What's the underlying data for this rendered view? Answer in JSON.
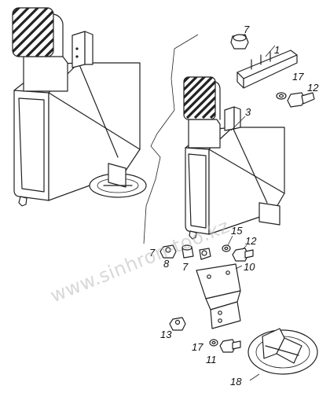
{
  "labels": {
    "p1": "1",
    "p3": "3",
    "p7a": "7",
    "p7b": "7",
    "p7c": "7",
    "p8": "8",
    "p10": "10",
    "p11": "11",
    "p12a": "12",
    "p12b": "12",
    "p13": "13",
    "p15": "15",
    "p17a": "17",
    "p17b": "17",
    "p18": "18"
  },
  "watermark": "www.sinhron-too.kz",
  "colors": {
    "line": "#222222",
    "label": "#111111",
    "watermark": "#b8b8b8",
    "background": "#ffffff"
  }
}
